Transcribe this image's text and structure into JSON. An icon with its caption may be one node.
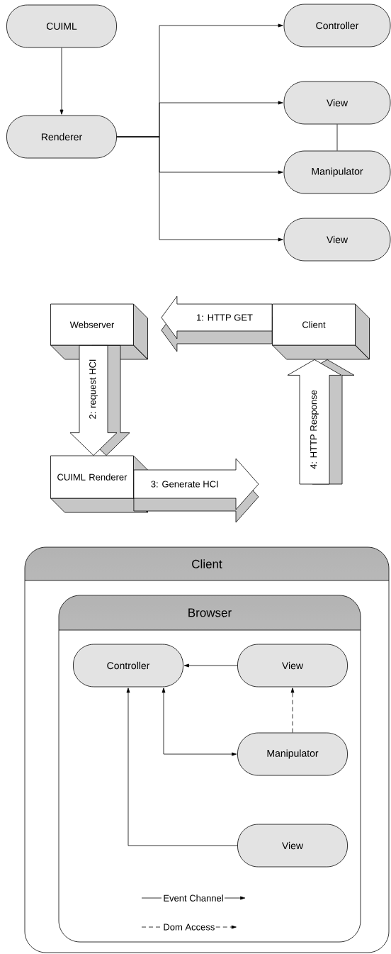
{
  "diagram": {
    "nodes": [
      {
        "text": [
          "CUIML"
        ]
      },
      {
        "text": [
          "Renderer"
        ]
      },
      {
        "text": [
          "Controller"
        ]
      },
      {
        "text": [
          "View"
        ]
      },
      {
        "text": [
          "Manipulator"
        ]
      },
      {
        "text": [
          "View"
        ]
      },
      {
        "text": [
          "Webserver"
        ]
      },
      {
        "text": [
          "Client"
        ]
      },
      {
        "text": [
          "CUIML Renderer"
        ]
      },
      {
        "text": [
          "Client"
        ]
      },
      {
        "text": [
          "Browser"
        ],
        "in": 9
      },
      {
        "text": [
          "Controller"
        ],
        "in": 10
      },
      {
        "text": [
          "View"
        ],
        "in": 10
      },
      {
        "text": [
          "Manipulator"
        ],
        "in": 10
      },
      {
        "text": [
          "View"
        ],
        "in": 10
      }
    ],
    "edges": [
      {
        "from": 0,
        "to": 1,
        "arrow": "to"
      },
      {
        "from": 1,
        "to": 2,
        "arrow": "to"
      },
      {
        "from": 1,
        "to": 3,
        "arrow": "to"
      },
      {
        "from": 1,
        "to": 4,
        "arrow": "to"
      },
      {
        "from": 1,
        "to": 5,
        "arrow": "to"
      },
      {
        "from": 3,
        "to": 4,
        "arrow": "none"
      },
      {
        "from": 7,
        "to": 6,
        "arrow": "to",
        "label": "1: HTTP GET"
      },
      {
        "from": 6,
        "to": 8,
        "arrow": "to",
        "label": "2: request HCI"
      },
      {
        "from": 8,
        "to": null,
        "arrow": "to",
        "label": "3: Generate HCI"
      },
      {
        "from": null,
        "to": 7,
        "arrow": "to",
        "label": "4: HTTP Response"
      },
      {
        "from": 12,
        "to": 11,
        "arrow": "to"
      },
      {
        "from": 13,
        "to": 12,
        "arrow": "to",
        "style": "dashed"
      },
      {
        "from": 11,
        "to": 13,
        "arrow": "both"
      },
      {
        "from": 14,
        "to": 11,
        "arrow": "to"
      }
    ],
    "legend": [
      {
        "text": "Event Channel"
      },
      {
        "text": "Dom Access"
      }
    ]
  }
}
